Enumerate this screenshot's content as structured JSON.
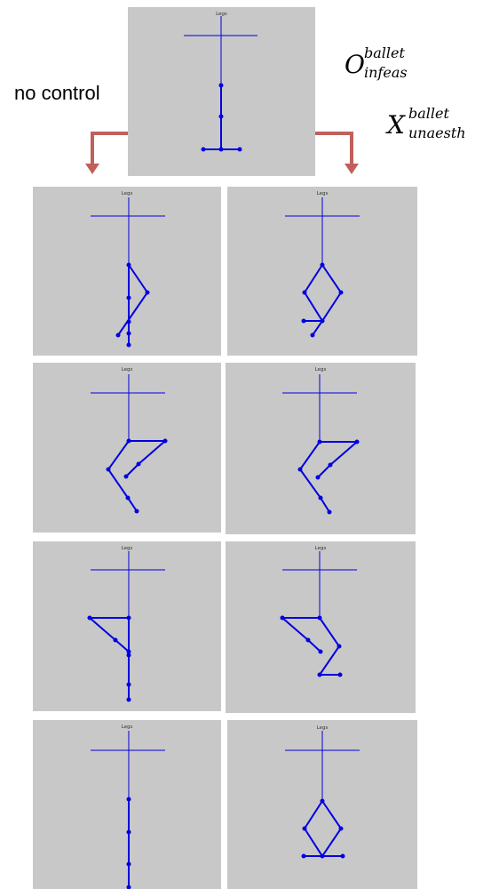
{
  "labels": {
    "no_control": "no control",
    "o_label": {
      "base": "O",
      "sup": "ballet",
      "sub": "infeas"
    },
    "x_label": {
      "base": "X",
      "sup": "ballet",
      "sub": "unaesth"
    }
  },
  "panel_title": "Legs",
  "colors": {
    "panel_bg": "#c8c8c8",
    "stick": "#0000e0",
    "arrow": "#c0605a"
  },
  "figures": {
    "top": {
      "title": "Legs"
    },
    "r1_left": {
      "title": "Legs"
    },
    "r1_right": {
      "title": "Legs"
    },
    "r2_left": {
      "title": "Legs"
    },
    "r2_right": {
      "title": "Legs"
    },
    "r3_left": {
      "title": "Legs"
    },
    "r3_right": {
      "title": "Legs"
    },
    "r4_left": {
      "title": "Legs"
    },
    "r4_right": {
      "title": "Legs"
    }
  }
}
